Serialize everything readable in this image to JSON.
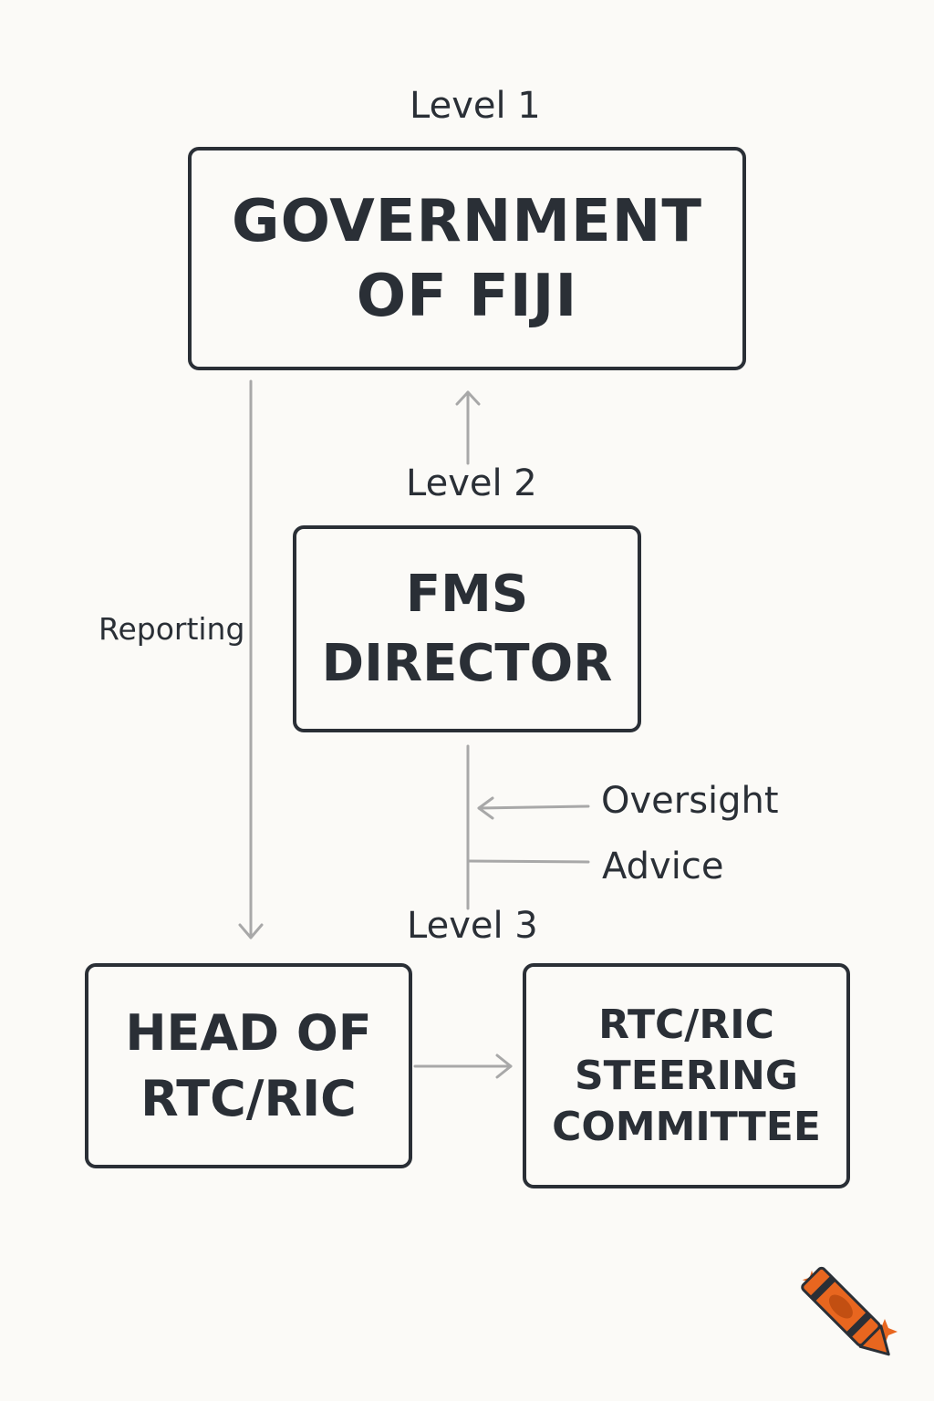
{
  "levels": {
    "level1": "Level 1",
    "level2": "Level 2",
    "level3": "Level 3"
  },
  "boxes": {
    "government": "GOVERNMENT\nOF FIJI",
    "fms_director": "FMS\nDIRECTOR",
    "head_rtc_ric": "HEAD OF\nRTC/RIC",
    "steering_committee": "RTC/RIC\nSTEERING\nCOMMITTEE"
  },
  "annotations": {
    "reporting": "Reporting",
    "oversight": "Oversight",
    "advice": "Advice"
  },
  "colors": {
    "background": "#fbfaf7",
    "box_stroke": "#2a2f36",
    "connector": "#a8a8a8",
    "logo_orange": "#e8661f"
  },
  "icons": {
    "logo": "crayon-sparkle-icon"
  }
}
